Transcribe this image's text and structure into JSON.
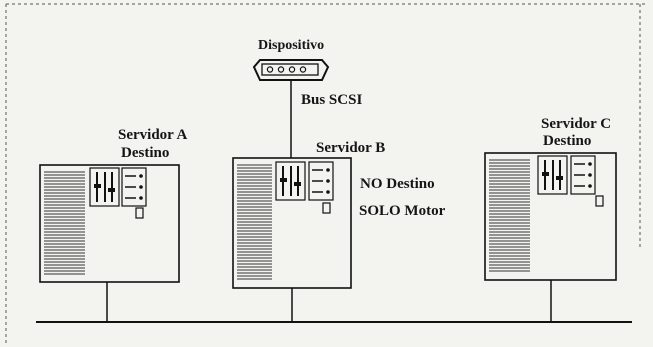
{
  "device": {
    "label": "Dispositivo",
    "bus_label": "Bus SCSI"
  },
  "servers": [
    {
      "id": "A",
      "name": "Servidor A",
      "role": "Destino",
      "notes": []
    },
    {
      "id": "B",
      "name": "Servidor B",
      "role": "",
      "notes": [
        "NO Destino",
        "SOLO Motor"
      ]
    },
    {
      "id": "C",
      "name": "Servidor C",
      "role": "Destino",
      "notes": []
    }
  ]
}
